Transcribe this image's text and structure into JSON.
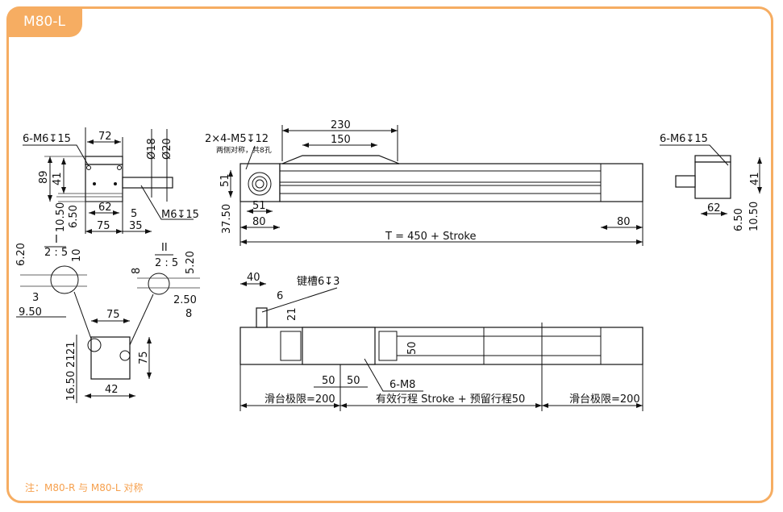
{
  "title": "M80-L",
  "footer_note": "注：M80-R 与 M80-L 对称",
  "colors": {
    "accent": "#f6ad62",
    "line": "#111111"
  },
  "end_view_left": {
    "callout_holes": "6-M6↧15",
    "dim_width": "72",
    "dim_height": "89",
    "dim_41": "41",
    "dim_62": "62",
    "dim_75": "75",
    "dim_5": "5",
    "dim_35": "35",
    "dim_1050": "10.50",
    "dim_650": "6.50",
    "dia_18": "Ø18",
    "dia_20": "Ø20",
    "callout_shaft": "M6↧15"
  },
  "side_view": {
    "callout_holes": "2×4-M5↧12",
    "callout_note": "两侧对称，共8孔",
    "dim_230": "230",
    "dim_150": "150",
    "dim_51v": "51",
    "dim_51h": "51",
    "dim_3750": "37.50",
    "dim_80_left": "80",
    "dim_80_right": "80",
    "dim_total": "T = 450 + Stroke"
  },
  "end_view_right": {
    "callout_holes": "6-M6↧15",
    "dim_41": "41",
    "dim_62": "62",
    "dim_650": "6.50",
    "dim_1050": "10.50"
  },
  "detail_I": {
    "label": "I",
    "scale": "2 : 5",
    "dim_620": "6.20",
    "dim_10": "10",
    "dim_3": "3",
    "dim_950": "9.50"
  },
  "detail_II": {
    "label": "II",
    "scale": "2 : 5",
    "dim_8v": "8",
    "dim_520": "5.20",
    "dim_250": "2.50",
    "dim_8h": "8"
  },
  "section_view": {
    "dim_75h": "75",
    "dim_75v": "75",
    "dim_21a": "21",
    "dim_21b": "21",
    "dim_1650": "16.50",
    "dim_42": "42"
  },
  "top_view": {
    "dim_40": "40",
    "dim_6": "6",
    "dim_21": "21",
    "keyway": "键槽6↧3",
    "dim_50v": "50",
    "dim_50a": "50",
    "dim_50b": "50",
    "callout_holes": "6-M8",
    "limit_left": "滑台极限=200",
    "stroke": "有效行程 Stroke + 预留行程50",
    "limit_right": "滑台极限=200"
  }
}
